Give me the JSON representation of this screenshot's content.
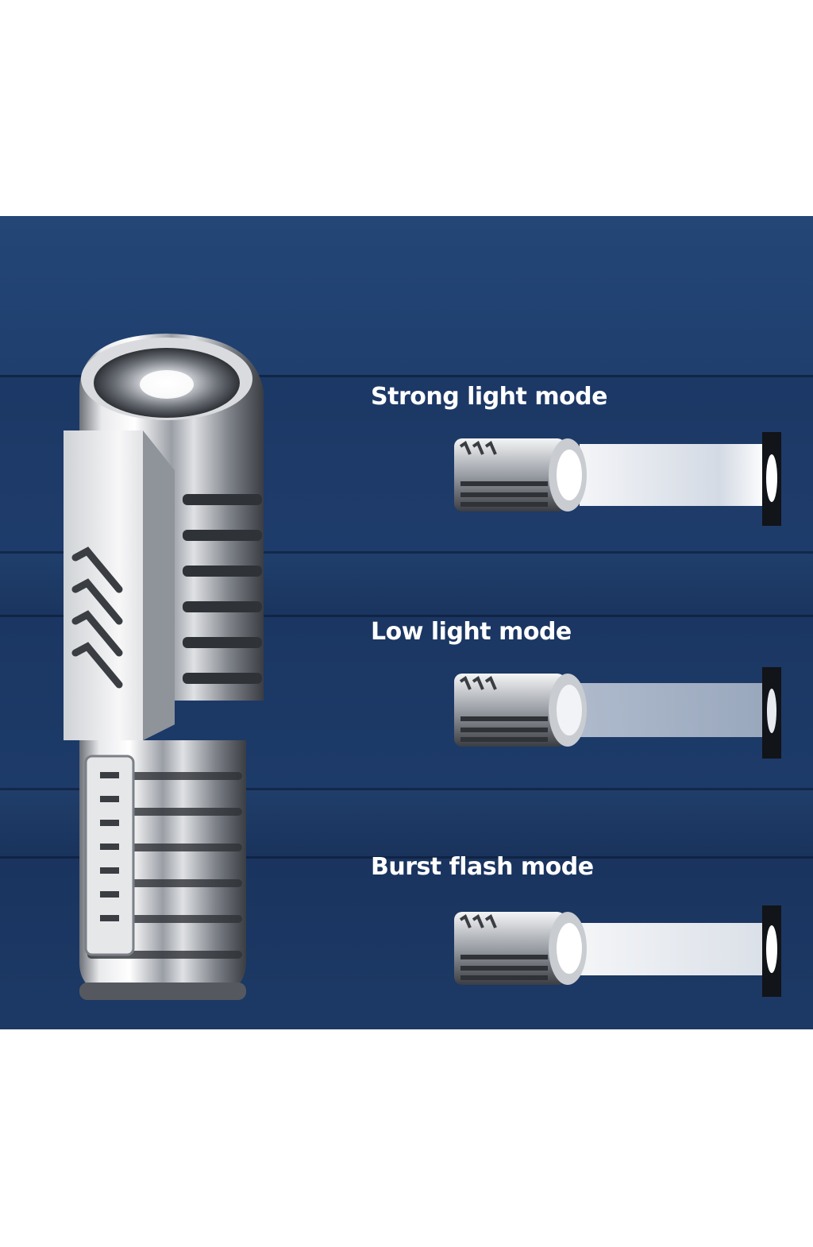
{
  "modes": [
    {
      "label": "Strong light mode",
      "intensity": 1.0
    },
    {
      "label": "Low light mode",
      "intensity": 0.75
    },
    {
      "label": "Burst flash mode",
      "intensity": 1.0
    }
  ],
  "colors": {
    "background": "#1f3a66",
    "text": "#ffffff",
    "metal_light": "#f2f2f2",
    "metal_dark": "#3a3d42"
  }
}
